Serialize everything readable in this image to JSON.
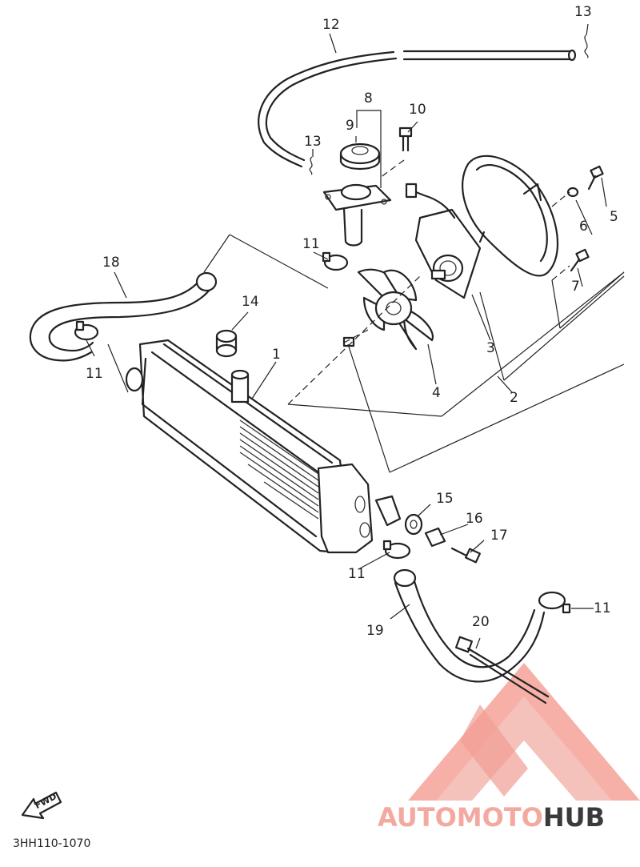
{
  "diagram_code": "3HH110-1070",
  "fwd_label": "FWD",
  "watermark": {
    "brand": "AUTOMOTOHUB",
    "accent_color": "#f4a9a0",
    "dark_color": "#3a3a3a",
    "logo_icon": "triangle-m-logo"
  },
  "callouts": {
    "c1": "1",
    "c2": "2",
    "c3": "3",
    "c4": "4",
    "c5": "5",
    "c6": "6",
    "c7": "7",
    "c8": "8",
    "c9": "9",
    "c10": "10",
    "c11a": "11",
    "c11b": "11",
    "c11c": "11",
    "c11d": "11",
    "c12": "12",
    "c13a": "13",
    "c13b": "13",
    "c14": "14",
    "c15": "15",
    "c16": "16",
    "c17": "17",
    "c18": "18",
    "c19": "19",
    "c20": "20"
  }
}
